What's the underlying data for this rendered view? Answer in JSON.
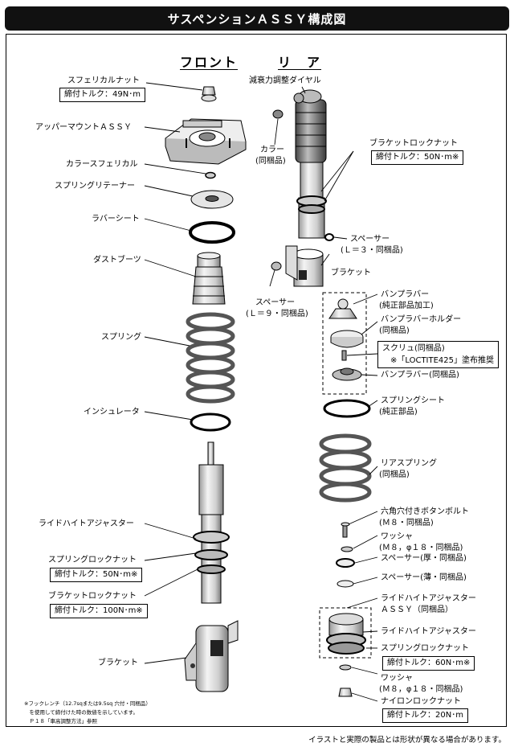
{
  "header": {
    "title": "サスペンションＡＳＳＹ構成図"
  },
  "front": {
    "title": "フロント",
    "labels": {
      "spherical_nut": "スフェリカルナット",
      "spherical_nut_torque": "締付トルク：49N･m",
      "upper_mount": "アッパーマウントＡＳＳＹ",
      "collar_spherical": "カラースフェリカル",
      "spring_retainer": "スプリングリテーナー",
      "rubber_seat": "ラバーシート",
      "dust_boots": "ダストブーツ",
      "spring": "スプリング",
      "insulator": "インシュレータ",
      "ride_height_adjuster": "ライドハイトアジャスター",
      "spring_lock_nut": "スプリングロックナット",
      "spring_lock_nut_torque": "締付トルク：50N･m※",
      "bracket_lock_nut": "ブラケットロックナット",
      "bracket_lock_nut_torque": "締付トルク：100N･m※",
      "bracket": "ブラケット"
    }
  },
  "rear": {
    "title": "リ　ア",
    "labels": {
      "damping_dial": "減衰力調整ダイヤル",
      "collar": "カラー",
      "collar_note": "(同梱品)",
      "bracket_lock_nut": "ブラケットロックナット",
      "bracket_lock_nut_torque": "締付トルク：50N･m※",
      "spacer_l3": "スペーサー",
      "spacer_l3_note": "(Ｌ＝３・同梱品)",
      "bracket": "ブラケット",
      "spacer_l9": "スペーサー",
      "spacer_l9_note": "(Ｌ＝９・同梱品)",
      "bump_rubber_1": "バンプラバー",
      "bump_rubber_1_note": "(純正部品加工)",
      "bump_rubber_holder": "バンプラバーホルダー",
      "bump_rubber_holder_note": "(同梱品)",
      "screw": "スクリュ(同梱品)",
      "screw_note": "※「LOCTITE425」塗布推奨",
      "bump_rubber_2": "バンプラバー(同梱品)",
      "spring_seat": "スプリングシート",
      "spring_seat_note": "(純正部品)",
      "rear_spring": "リアスプリング",
      "rear_spring_note": "(同梱品)",
      "hex_bolt": "六角穴付きボタンボルト",
      "hex_bolt_note": "(Ｍ８・同梱品)",
      "washer_1": "ワッシャ",
      "washer_1_note": "(Ｍ８，φ１８・同梱品)",
      "spacer_thick": "スペーサー(厚・同梱品)",
      "spacer_thin": "スペーサー(薄・同梱品)",
      "rha_assy": "ライドハイトアジャスター",
      "rha_assy_note": "ＡＳＳＹ（同梱品）",
      "ride_height_adjuster": "ライドハイトアジャスター",
      "spring_lock_nut": "スプリングロックナット",
      "spring_lock_nut_torque": "締付トルク：60N･m※",
      "washer_2": "ワッシャ",
      "washer_2_note": "(Ｍ８，φ１８・同梱品)",
      "nylon_nut": "ナイロンロックナット",
      "nylon_nut_torque": "締付トルク：20N･m"
    }
  },
  "notes": {
    "line1": "※フックレンチ（12.7sqまたは9.5sq 穴付・同梱品）",
    "line2": "　を使用して締付けた時の数値を示しています。",
    "line3": "　Ｐ１８「車高調整方法」参照"
  },
  "footer": "イラストと実際の製品とは形状が異なる場合があります。"
}
